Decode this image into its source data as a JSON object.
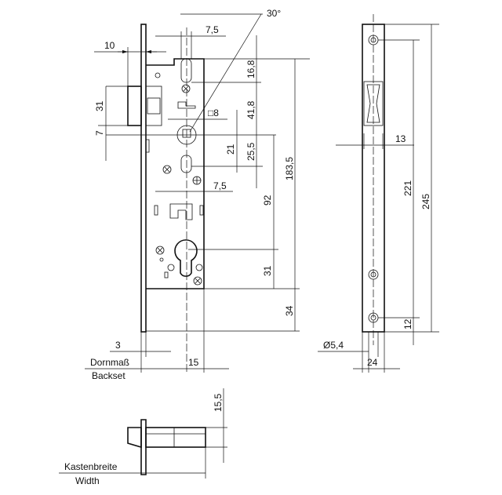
{
  "title": "Mortise lock dimension drawing",
  "dimensions": {
    "bolt_offset": "10",
    "top_slot_width": "7,5",
    "angle": "30°",
    "top_to_slot": "16,8",
    "slot_to_follower": "41,8",
    "follower_square": "□8",
    "latch_height": "31",
    "latch_offset": "7",
    "follower_to_slot": "21",
    "follower_to_slot2": "25,5",
    "mid_slot_width": "7,5",
    "follower_to_cylinder": "92",
    "case_height": "183,5",
    "cylinder_to_bottom": "31",
    "bottom_offset": "34",
    "faceplate_thickness": "3",
    "backset_value": "15",
    "latch_opening_width": "13",
    "hole_spacing": "221",
    "faceplate_length": "245",
    "hole_bottom_offset": "12",
    "hole_diameter": "Ø5,4",
    "faceplate_width": "24",
    "depth": "15,5"
  },
  "labels": {
    "backset_de": "Dornmaß",
    "backset_en": "Backset",
    "width_de": "Kastenbreite",
    "width_en": "Width"
  }
}
